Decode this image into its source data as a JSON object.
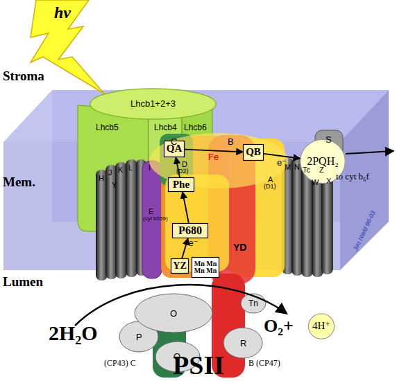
{
  "diagram": {
    "title": "PSII",
    "nodes": [
      {
        "text": [
          "Lhcb1+2+3"
        ]
      },
      {
        "text": [
          "QA"
        ]
      },
      {
        "text": [
          "QB"
        ]
      },
      {
        "text": [
          "Phe"
        ]
      },
      {
        "text": [
          "P680"
        ]
      },
      {
        "text": [
          "YZ"
        ]
      },
      {
        "text": [
          "Mn Mn Mn Mn"
        ]
      },
      {
        "text": [
          "2PQH₂"
        ]
      },
      {
        "text": [
          "4H⁺"
        ]
      }
    ],
    "edges": [
      {
        "from": 1,
        "to": 2,
        "arrow": "to"
      },
      {
        "from": 3,
        "to": 1,
        "arrow": "to"
      },
      {
        "from": 4,
        "to": 3,
        "arrow": "to"
      },
      {
        "from": 5,
        "to": 4,
        "label": "e⁻",
        "arrow": "to"
      },
      {
        "from": 2,
        "to": 7,
        "label": "e⁻",
        "arrow": "to"
      }
    ],
    "labels": [
      "hv",
      "Stroma",
      "Mem.",
      "Lumen",
      "Lhcb5",
      "Lhcb4",
      "Lhcb6",
      "H",
      "J",
      "K",
      "Y",
      "L",
      "I",
      "C",
      "B",
      "M",
      "N",
      "Tc",
      "Z",
      "W",
      "X",
      "S",
      "Fe",
      "D",
      "(D2)",
      "A",
      "(D1)",
      "E",
      "(cyt b559)",
      "YD",
      "to cyt b₆f",
      "2H₂O",
      "O₂+",
      "O",
      "P",
      "Q",
      "R",
      "Tn",
      "(CP43) C",
      "B (CP47)",
      "Jim Nield 96-03"
    ]
  }
}
